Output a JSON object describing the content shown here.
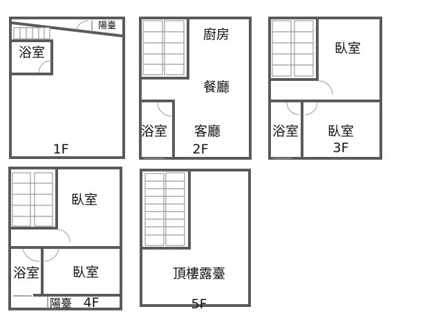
{
  "floors": [
    {
      "label": "1F",
      "rooms": {
        "balcony": "陽臺",
        "bath": "浴室"
      }
    },
    {
      "label": "2F",
      "rooms": {
        "kitchen": "廚房",
        "dining": "餐廳",
        "bath": "浴室",
        "living": "客廳"
      }
    },
    {
      "label": "3F",
      "rooms": {
        "bedroom1": "臥室",
        "bath": "浴室",
        "bedroom2": "臥室"
      }
    },
    {
      "label": "4F",
      "rooms": {
        "bedroom1": "臥室",
        "bath": "浴室",
        "bedroom2": "臥室",
        "balcony": "陽臺"
      }
    },
    {
      "label": "5F",
      "rooms": {
        "terrace": "頂樓露臺"
      }
    }
  ],
  "colors": {
    "wall": "#5a5a5a",
    "stair": "#9a9a9a"
  }
}
